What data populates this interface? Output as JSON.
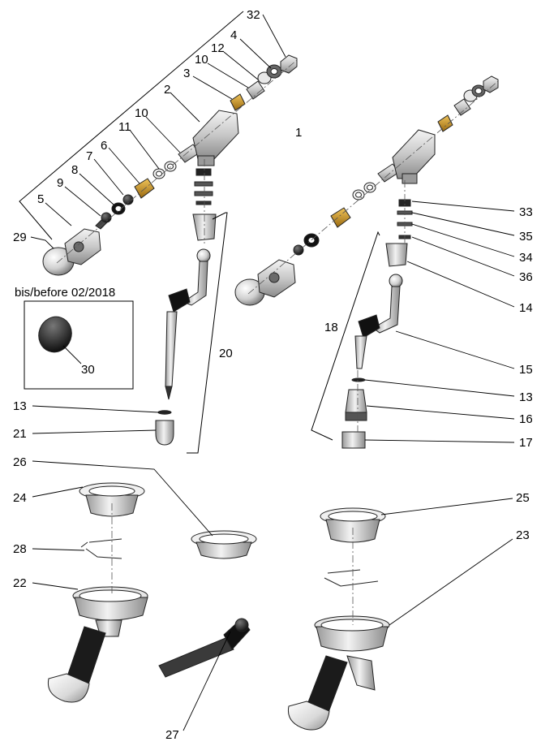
{
  "inset_caption": "bis/before 02/2018",
  "callouts": [
    {
      "id": "c1",
      "text": "1"
    },
    {
      "id": "c2",
      "text": "2"
    },
    {
      "id": "c3",
      "text": "3"
    },
    {
      "id": "c4",
      "text": "4"
    },
    {
      "id": "c5",
      "text": "5"
    },
    {
      "id": "c6",
      "text": "6"
    },
    {
      "id": "c7",
      "text": "7"
    },
    {
      "id": "c8",
      "text": "8"
    },
    {
      "id": "c9",
      "text": "9"
    },
    {
      "id": "c10a",
      "text": "10"
    },
    {
      "id": "c10b",
      "text": "10"
    },
    {
      "id": "c11",
      "text": "11"
    },
    {
      "id": "c12",
      "text": "12"
    },
    {
      "id": "c13a",
      "text": "13"
    },
    {
      "id": "c13b",
      "text": "13"
    },
    {
      "id": "c14",
      "text": "14"
    },
    {
      "id": "c15",
      "text": "15"
    },
    {
      "id": "c16",
      "text": "16"
    },
    {
      "id": "c17",
      "text": "17"
    },
    {
      "id": "c18",
      "text": "18"
    },
    {
      "id": "c20",
      "text": "20"
    },
    {
      "id": "c21",
      "text": "21"
    },
    {
      "id": "c22",
      "text": "22"
    },
    {
      "id": "c23",
      "text": "23"
    },
    {
      "id": "c24",
      "text": "24"
    },
    {
      "id": "c25",
      "text": "25"
    },
    {
      "id": "c26",
      "text": "26"
    },
    {
      "id": "c27",
      "text": "27"
    },
    {
      "id": "c28",
      "text": "28"
    },
    {
      "id": "c29",
      "text": "29"
    },
    {
      "id": "c30",
      "text": "30"
    },
    {
      "id": "c32",
      "text": "32"
    },
    {
      "id": "c33",
      "text": "33"
    },
    {
      "id": "c34",
      "text": "34"
    },
    {
      "id": "c35",
      "text": "35"
    },
    {
      "id": "c36",
      "text": "36"
    }
  ]
}
